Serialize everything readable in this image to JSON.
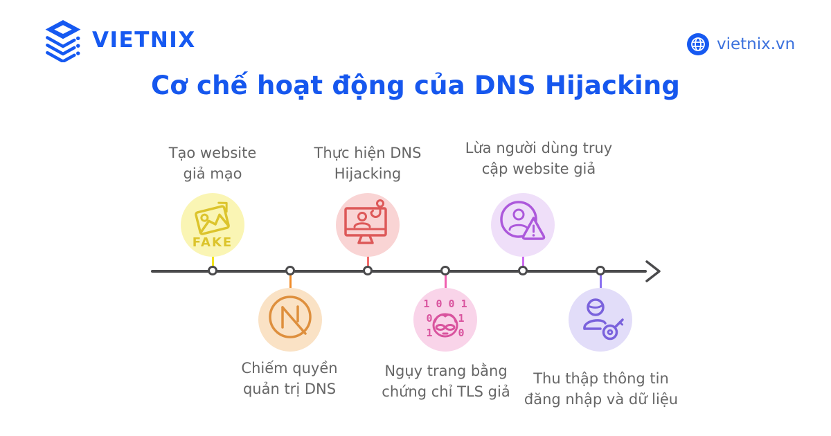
{
  "header": {
    "brand": "VIETNIX",
    "site_label": "vietnix.vn"
  },
  "title": "Cơ chế hoạt động của DNS Hijacking",
  "colors": {
    "brand_blue": "#1659F1",
    "title_blue": "#1657EE",
    "link_blue": "#3B71DD",
    "axis_gray": "#4A4A4C",
    "label_gray": "#666666"
  },
  "steps": [
    {
      "id": 1,
      "position": "above",
      "icon": "fake-photo-icon",
      "lines": [
        "Tạo website",
        "giả mạo"
      ],
      "circle_fill": "#FAF5B4",
      "icon_stroke": "#DCC42C",
      "connector": "#F2E41C"
    },
    {
      "id": 2,
      "position": "below",
      "icon": "dns-letter-icon",
      "lines": [
        "Chiếm quyền",
        "quản trị DNS"
      ],
      "circle_fill": "#FAE2C5",
      "icon_stroke": "#DE8F3D",
      "connector": "#F08B28"
    },
    {
      "id": 3,
      "position": "above",
      "icon": "monitor-hook-icon",
      "lines": [
        "Thực hiện DNS",
        "Hijacking"
      ],
      "circle_fill": "#F9D4D4",
      "icon_stroke": "#DD5858",
      "connector": "#F26B6B"
    },
    {
      "id": 4,
      "position": "below",
      "icon": "binary-spy-icon",
      "lines": [
        "Ngụy trang bằng",
        "chứng chỉ TLS giả"
      ],
      "circle_fill": "#F9D4E9",
      "icon_stroke": "#D9539E",
      "connector": "#F060B0"
    },
    {
      "id": 5,
      "position": "above",
      "icon": "user-warning-icon",
      "lines": [
        "Lừa người dùng truy",
        "cập website giả"
      ],
      "circle_fill": "#EFDFF9",
      "icon_stroke": "#AC58DB",
      "connector": "#CC6BF0"
    },
    {
      "id": 6,
      "position": "below",
      "icon": "user-key-icon",
      "lines": [
        "Thu thập thông tin",
        "đăng nhập và dữ liệu"
      ],
      "circle_fill": "#E2DDF9",
      "icon_stroke": "#7A62DC",
      "connector": "#8A70F0"
    }
  ],
  "icon_text": {
    "fake": "FAKE",
    "binary_row1": "1 0 0 1",
    "binary_mid_left": "0",
    "binary_mid_right": "1",
    "binary_bot_left": "1",
    "binary_bot_right": "0"
  }
}
